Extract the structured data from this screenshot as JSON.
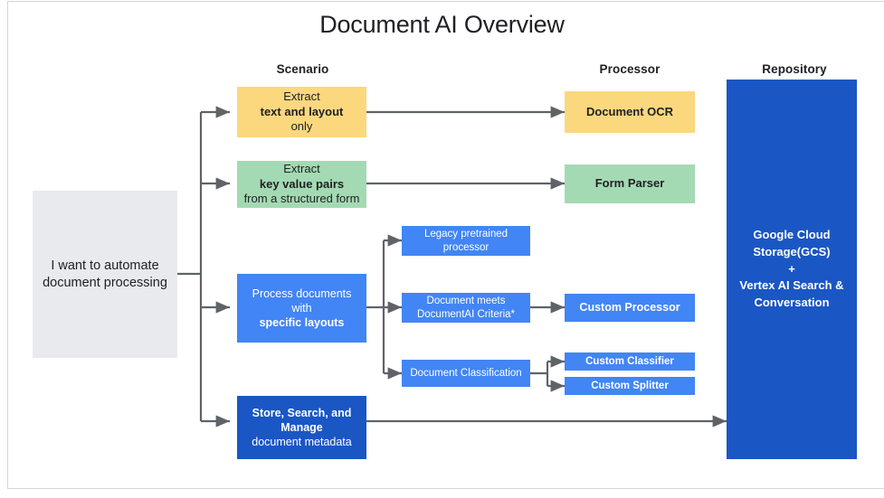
{
  "page": {
    "title": "Document AI Overview",
    "bg_color": "#ffffff",
    "frame_border_color": "#d6d6d6"
  },
  "colors": {
    "gray": "#e8eaed",
    "yellow": "#fbd87e",
    "green": "#a4dab3",
    "blue": "#4285f4",
    "dark_blue": "#1a56c4",
    "connector": "#5f6368",
    "text_dark": "#202124",
    "text_light": "#ffffff"
  },
  "columns": [
    {
      "label": "Scenario"
    },
    {
      "label": "Processor"
    },
    {
      "label": "Repository"
    }
  ],
  "entry": {
    "label": "I want to automate document processing"
  },
  "scenarios": [
    {
      "id": "extract-text-layout",
      "color": "yellow",
      "text_parts": [
        {
          "text": "Extract ",
          "bold": false
        },
        {
          "text": "text and layout",
          "bold": true
        },
        {
          "text": " only",
          "bold": false
        }
      ],
      "plain": "Extract text and layout only"
    },
    {
      "id": "extract-key-value-pairs",
      "color": "green",
      "text_parts": [
        {
          "text": "Extract ",
          "bold": false
        },
        {
          "text": "key value pairs",
          "bold": true
        },
        {
          "text": " from a structured form",
          "bold": false
        }
      ],
      "plain": "Extract key value pairs from a structured form"
    },
    {
      "id": "process-specific-layouts",
      "color": "blue",
      "text_parts": [
        {
          "text": "Process documents with ",
          "bold": false
        },
        {
          "text": "specific layouts",
          "bold": true
        }
      ],
      "plain": "Process documents with specific layouts"
    },
    {
      "id": "store-search-manage",
      "color": "dark_blue",
      "text_parts": [
        {
          "text": "Store, Search, and Manage",
          "bold": true
        },
        {
          "text": " document metadata",
          "bold": false
        }
      ],
      "plain": "Store, Search, and Manage document metadata"
    }
  ],
  "decisions": [
    {
      "id": "legacy-pretrained-processor",
      "label": "Legacy pretrained processor"
    },
    {
      "id": "document-meets-criteria",
      "label": "Document meets DocumentAI Criteria*"
    },
    {
      "id": "document-classification",
      "label": "Document Classification"
    }
  ],
  "processors": [
    {
      "id": "document-ocr",
      "label": "Document OCR",
      "color": "yellow"
    },
    {
      "id": "form-parser",
      "label": "Form Parser",
      "color": "green"
    },
    {
      "id": "custom-processor",
      "label": "Custom Processor",
      "color": "blue"
    },
    {
      "id": "custom-classifier",
      "label": "Custom Classifier",
      "color": "blue"
    },
    {
      "id": "custom-splitter",
      "label": "Custom Splitter",
      "color": "blue"
    }
  ],
  "repository": {
    "lines": [
      "Google Cloud",
      "Storage(GCS)",
      "+",
      "Vertex AI Search &",
      "Conversation"
    ]
  }
}
